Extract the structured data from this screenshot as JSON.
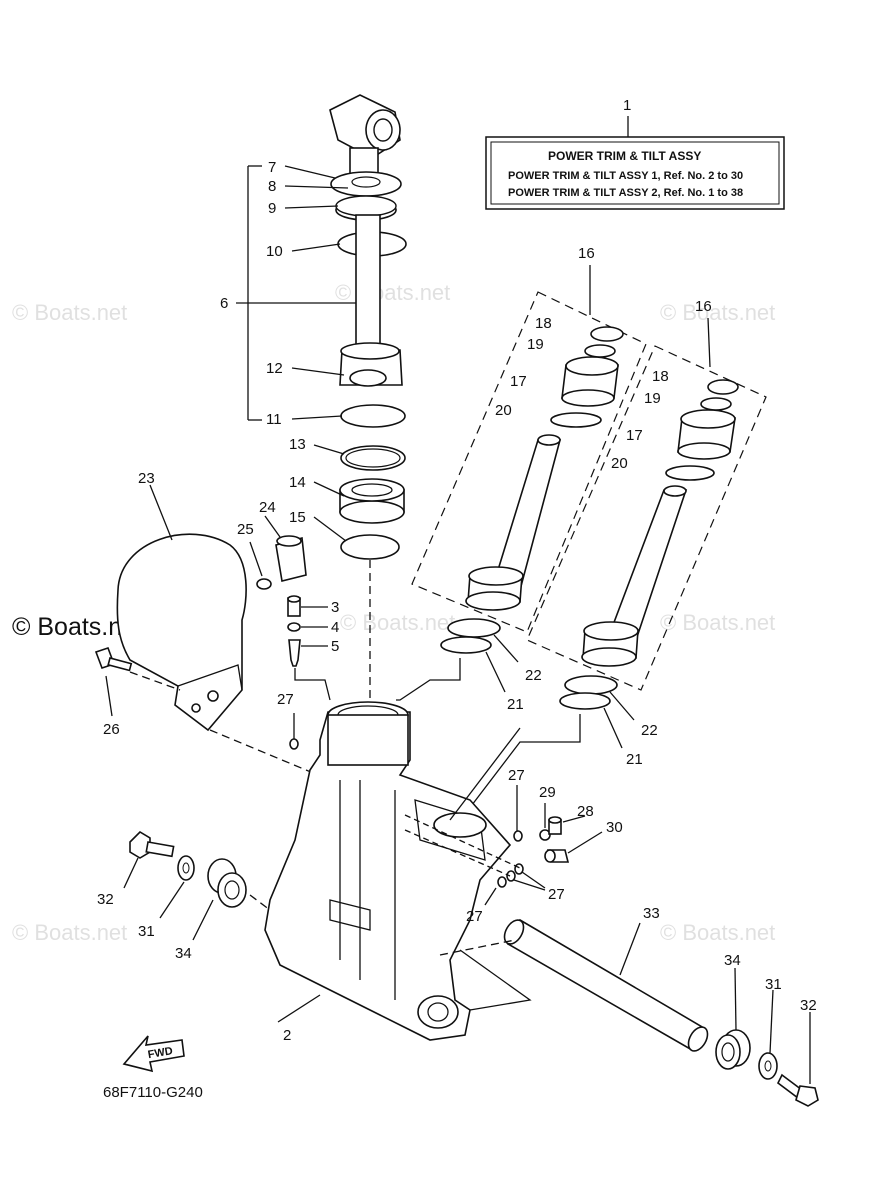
{
  "legend": {
    "ref_no": "1",
    "title": "POWER TRIM & TILT ASSY",
    "line1": "POWER TRIM & TILT ASSY 1,  Ref. No. 2  to  30",
    "line2": "POWER TRIM & TILT ASSY 2,  Ref. No. 1  to  38"
  },
  "watermark": "© Boats.net",
  "drawing_code": "68F7110-G240",
  "fwd_label": "FWD",
  "callouts": {
    "c2": "2",
    "c3": "3",
    "c4": "4",
    "c5": "5",
    "c6": "6",
    "c7": "7",
    "c8": "8",
    "c9": "9",
    "c10": "10",
    "c11": "11",
    "c12": "12",
    "c13": "13",
    "c14": "14",
    "c15": "15",
    "c16a": "16",
    "c16b": "16",
    "c17a": "17",
    "c17b": "17",
    "c18a": "18",
    "c18b": "18",
    "c19a": "19",
    "c19b": "19",
    "c20a": "20",
    "c20b": "20",
    "c21a": "21",
    "c21b": "21",
    "c22a": "22",
    "c22b": "22",
    "c23": "23",
    "c24": "24",
    "c25": "25",
    "c26": "26",
    "c27a": "27",
    "c27b": "27",
    "c27c": "27",
    "c27d": "27",
    "c28": "28",
    "c29": "29",
    "c30": "30",
    "c31a": "31",
    "c31b": "31",
    "c32a": "32",
    "c32b": "32",
    "c33": "33",
    "c34a": "34",
    "c34b": "34"
  }
}
